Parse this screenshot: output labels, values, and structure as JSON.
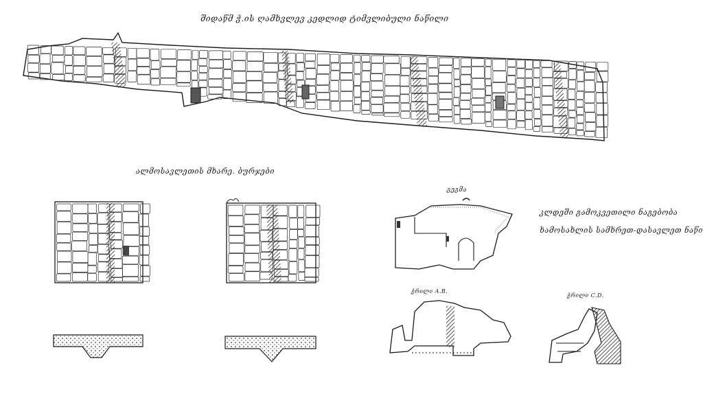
{
  "labels": {
    "main_title": "შიდაწმ ჭ.ის ღამხვლევ კედლიდ ტიმვლიბული ნაწილი",
    "towers_title": "ალმოსავლეთის მხარე. ბურჯები",
    "plan_caption": "გეგმა",
    "rock_title_line1": "კლდეში გამოკვეთილი ნაგებობა",
    "rock_title_line2": "ხამოსახლის სამხრეთ-დასავლეთ ნაწილში",
    "section_ab": "ჭრილი A.B.",
    "section_cd": "ჭრილი C.D."
  },
  "colors": {
    "ink": "#1a1a1a",
    "paper": "#ffffff",
    "hatch": "#2b2b2b"
  }
}
